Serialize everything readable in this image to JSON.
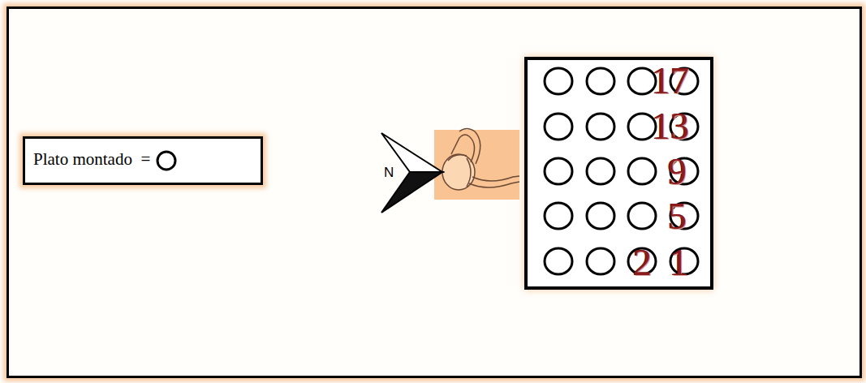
{
  "diagram": {
    "labels": [
      "N",
      "17",
      "13",
      "9",
      "5",
      "2",
      "1"
    ],
    "legend": [
      {
        "text": "Plato montado  ="
      }
    ]
  }
}
